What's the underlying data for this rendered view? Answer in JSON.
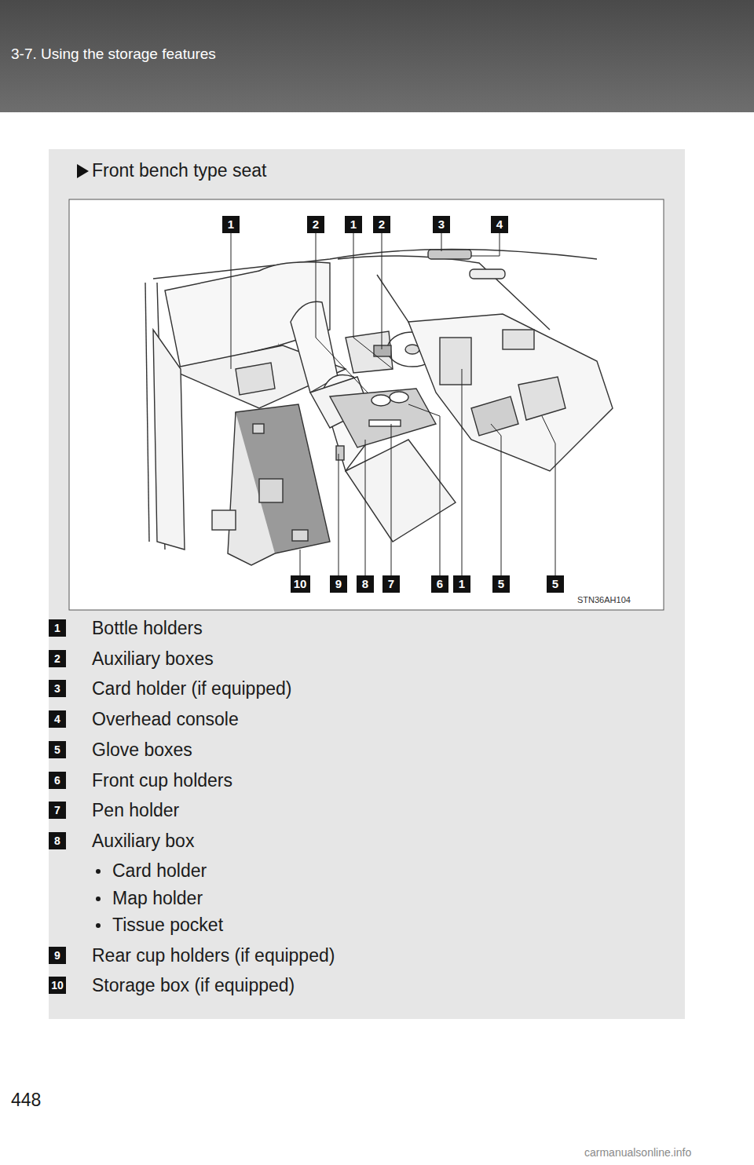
{
  "diagram": {
    "title": "Front bench type seat",
    "nodes": [
      {
        "text": [
          "1"
        ]
      },
      {
        "text": [
          "2"
        ]
      },
      {
        "text": [
          "1"
        ]
      },
      {
        "text": [
          "2"
        ]
      },
      {
        "text": [
          "3"
        ]
      },
      {
        "text": [
          "4"
        ]
      },
      {
        "text": [
          "10"
        ]
      },
      {
        "text": [
          "9"
        ]
      },
      {
        "text": [
          "8"
        ]
      },
      {
        "text": [
          "7"
        ]
      },
      {
        "text": [
          "6"
        ]
      },
      {
        "text": [
          "1"
        ]
      },
      {
        "text": [
          "5"
        ]
      },
      {
        "text": [
          "5"
        ]
      },
      {
        "text": [
          "1",
          "Bottle holders"
        ]
      },
      {
        "text": [
          "2",
          "Auxiliary boxes"
        ]
      },
      {
        "text": [
          "3",
          "Card holder (if equipped)"
        ]
      },
      {
        "text": [
          "4",
          "Overhead console"
        ]
      },
      {
        "text": [
          "5",
          "Glove boxes"
        ]
      },
      {
        "text": [
          "6",
          "Front cup holders"
        ]
      },
      {
        "text": [
          "7",
          "Pen holder"
        ]
      },
      {
        "text": [
          "8",
          "Auxiliary box",
          "Card holder",
          "Map holder",
          "Tissue pocket"
        ]
      },
      {
        "text": [
          "9",
          "Rear cup holders (if equipped)"
        ]
      },
      {
        "text": [
          "10",
          "Storage box (if equipped)"
        ]
      }
    ],
    "labels": [
      "3-7. Using the storage features",
      "STN36AH104",
      "448",
      "carmanualsonline.info"
    ]
  }
}
